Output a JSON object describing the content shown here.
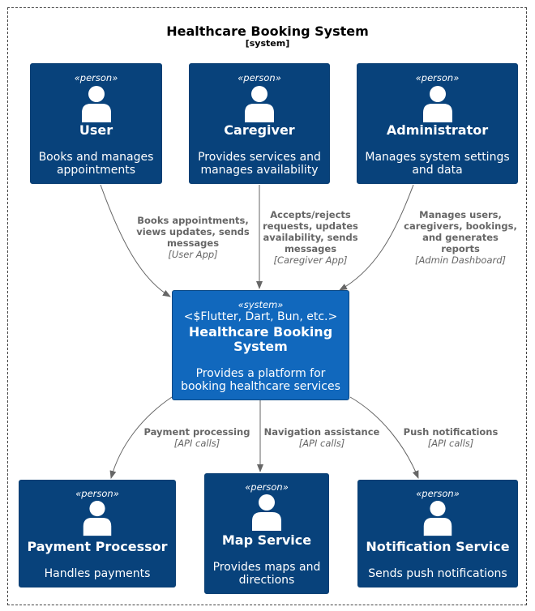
{
  "boundary": {
    "title": "Healthcare Booking System",
    "subtitle": "[system]"
  },
  "nodes": {
    "user": {
      "stereotype": "«person»",
      "name": "User",
      "desc1": "Books and manages",
      "desc2": "appointments"
    },
    "caregiver": {
      "stereotype": "«person»",
      "name": "Caregiver",
      "desc1": "Provides services and",
      "desc2": "manages availability"
    },
    "administrator": {
      "stereotype": "«person»",
      "name": "Administrator",
      "desc1": "Manages system settings",
      "desc2": "and data"
    },
    "system": {
      "stereotype": "«system»",
      "tech": "<$Flutter, Dart, Bun, etc.>",
      "name1": "Healthcare Booking",
      "name2": "System",
      "desc1": "Provides a platform for",
      "desc2": "booking healthcare services"
    },
    "payment": {
      "stereotype": "«person»",
      "name": "Payment Processor",
      "desc1": "Handles payments",
      "desc2": ""
    },
    "map": {
      "stereotype": "«person»",
      "name": "Map Service",
      "desc1": "Provides maps and",
      "desc2": "directions"
    },
    "notification": {
      "stereotype": "«person»",
      "name": "Notification Service",
      "desc1": "Sends push notifications",
      "desc2": ""
    }
  },
  "edges": {
    "user": {
      "l1": "Books appointments,",
      "l2": "views updates, sends",
      "l3": "messages",
      "tech": "[User App]"
    },
    "caregiver": {
      "l1": "Accepts/rejects",
      "l2": "requests, updates",
      "l3": "availability, sends",
      "l4": "messages",
      "tech": "[Caregiver App]"
    },
    "admin": {
      "l1": "Manages users,",
      "l2": "caregivers, bookings,",
      "l3": "and generates",
      "l4": "reports",
      "tech": "[Admin Dashboard]"
    },
    "payment": {
      "l1": "Payment processing",
      "tech": "[API calls]"
    },
    "map": {
      "l1": "Navigation assistance",
      "tech": "[API calls]"
    },
    "notification": {
      "l1": "Push notifications",
      "tech": "[API calls]"
    }
  },
  "colors": {
    "person": "#08427b",
    "system": "#1168bd",
    "edge": "#666666"
  },
  "icons": {
    "person": "person-icon"
  }
}
